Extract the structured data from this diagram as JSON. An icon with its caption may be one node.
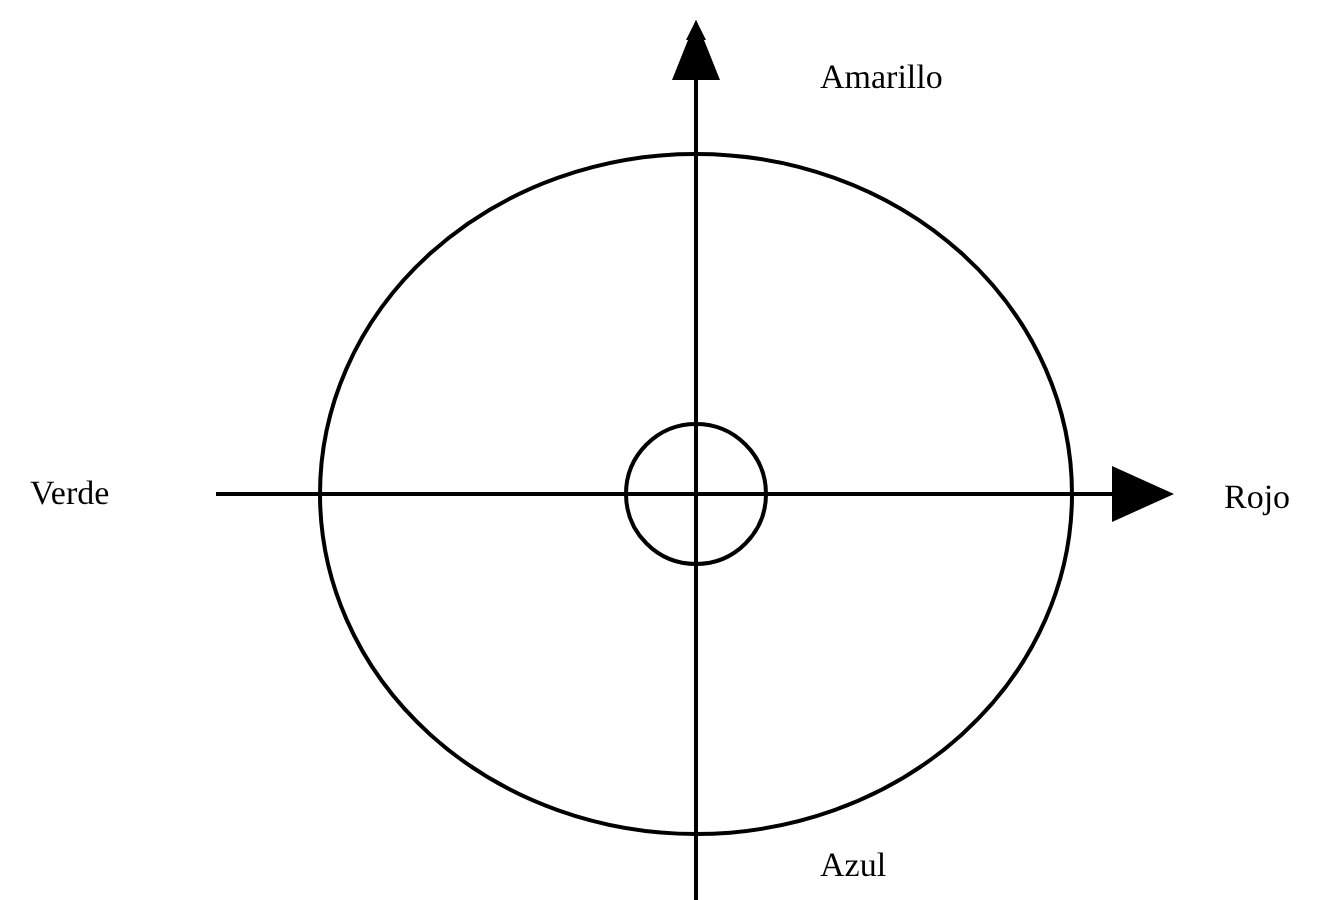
{
  "diagram": {
    "labels": [
      "Amarillo",
      "Verde",
      "Rojo",
      "Azul"
    ]
  }
}
